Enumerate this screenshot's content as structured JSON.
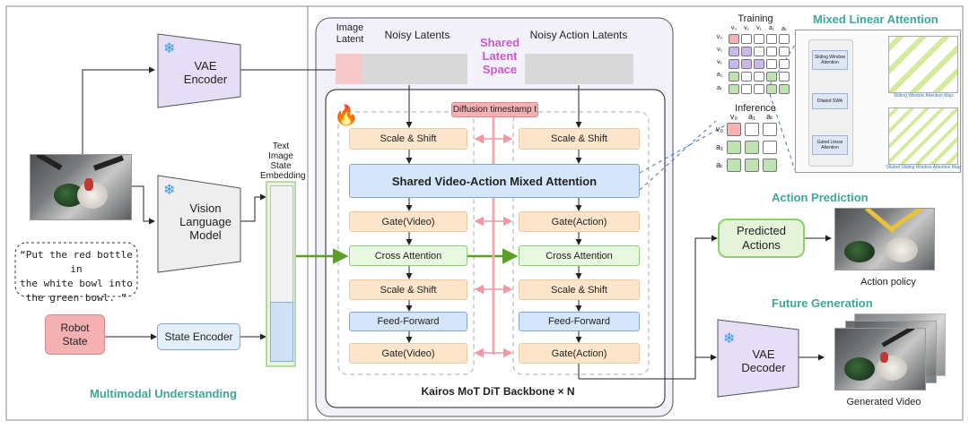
{
  "sections": {
    "multimodal": "Multimodal Understanding",
    "action_prediction": "Action Prediction",
    "future_generation": "Future Generation",
    "mixed_linear": "Mixed Linear Attention",
    "training": "Training",
    "inference": "Inference"
  },
  "left": {
    "vae_encoder": [
      "VAE",
      "Encoder"
    ],
    "vlm": [
      "Vision",
      "Language",
      "Model"
    ],
    "instruction": [
      "“Put the red bottle in",
      "the white bowl into",
      "the green bowl. ”"
    ],
    "robot_state": [
      "Robot",
      "State"
    ],
    "state_encoder": "State Encoder",
    "embedding": [
      "Text",
      "Image",
      "State",
      "Embedding"
    ]
  },
  "center": {
    "image_latent": [
      "Image",
      "Latent"
    ],
    "noisy_latents": "Noisy Latents",
    "noisy_action_latents": "Noisy Action Latents",
    "shared_latent": [
      "Shared",
      "Latent",
      "Space"
    ],
    "timestep": "Diffusion timestamp t",
    "scale_shift": "Scale & Shift",
    "mixed_attention": "Shared Video-Action Mixed Attention",
    "gate_video": "Gate(Video)",
    "gate_action": "Gate(Action)",
    "cross_attention": "Cross Attention",
    "feed_forward": "Feed-Forward",
    "backbone": "Kairos MoT DiT Backbone × N"
  },
  "right": {
    "predicted_actions": [
      "Predicted",
      "Actions"
    ],
    "action_policy": "Action policy",
    "vae_decoder": [
      "VAE",
      "Decoder"
    ],
    "generated_video": "Generated Video",
    "matrix_cols": [
      "v₀",
      "v₁",
      "v₁",
      "a₁",
      "aₜ"
    ],
    "matrix_rows": [
      "v₀",
      "v₁",
      "v₁",
      "a₁",
      "aₜ"
    ],
    "inf_cols": [
      "v₀",
      "a₁",
      "aₜ"
    ],
    "inf_rows": [
      "v₀",
      "a₁",
      "aₜ"
    ],
    "inset_blocks": [
      "Sliding Window Attention",
      "Dilated SWA",
      "Gated Linear Attention"
    ],
    "inset_map1": "Sliding Window Attention Map",
    "inset_map2": "Dilated Sliding Window Attention Map"
  },
  "colors": {
    "section_title": "#3fa79a",
    "shared_latent": "#c95bd1",
    "green_arrow": "#5aa028",
    "pink": "#f2a9b0"
  }
}
